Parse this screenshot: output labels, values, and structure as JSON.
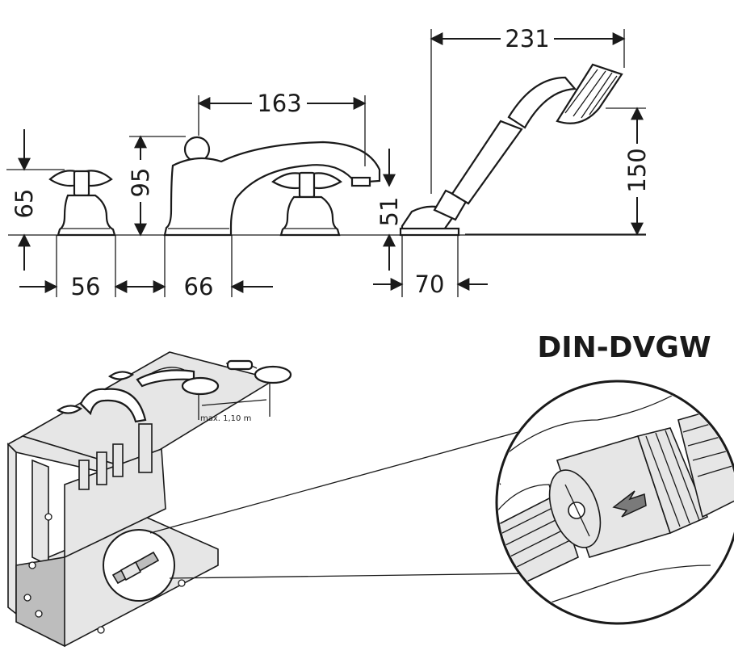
{
  "dimensions": {
    "d231": "231",
    "d163": "163",
    "d150": "150",
    "d95": "95",
    "d65": "65",
    "d51": "51",
    "d56": "56",
    "d66": "66",
    "d70": "70"
  },
  "hose_length_label": "max. 1,10 m",
  "certification_label": "DIN-DVGW",
  "icons": [
    "arrow-icon",
    "flow-direction-arrow-icon"
  ]
}
